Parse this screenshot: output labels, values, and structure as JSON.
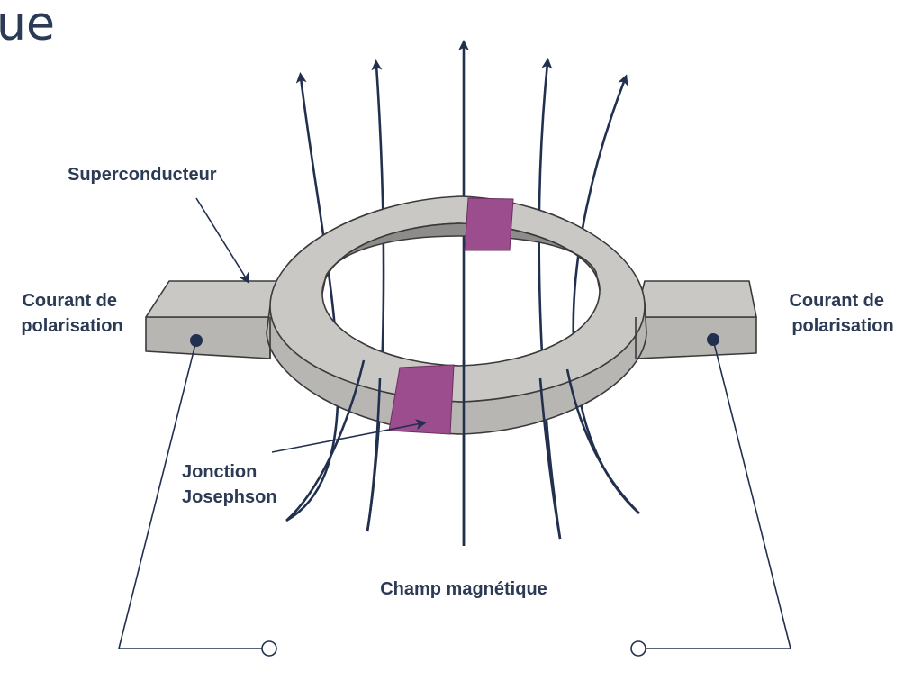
{
  "page": {
    "heading_fragment": "ue"
  },
  "labels": {
    "superconducteur": "Superconducteur",
    "bias_left": [
      "Courant de",
      "polarisation"
    ],
    "bias_right": [
      "Courant de",
      "polarisation"
    ],
    "junction": [
      "Jonction",
      "Josephson"
    ],
    "field": "Champ magnétique"
  },
  "colors": {
    "ink": "#22304f",
    "ring_top": "#c9c8c5",
    "ring_side": "#b7b6b3",
    "ring_inner": "#8d8c8a",
    "outline": "#3a3a3a",
    "junction": "#9b4d8d"
  }
}
